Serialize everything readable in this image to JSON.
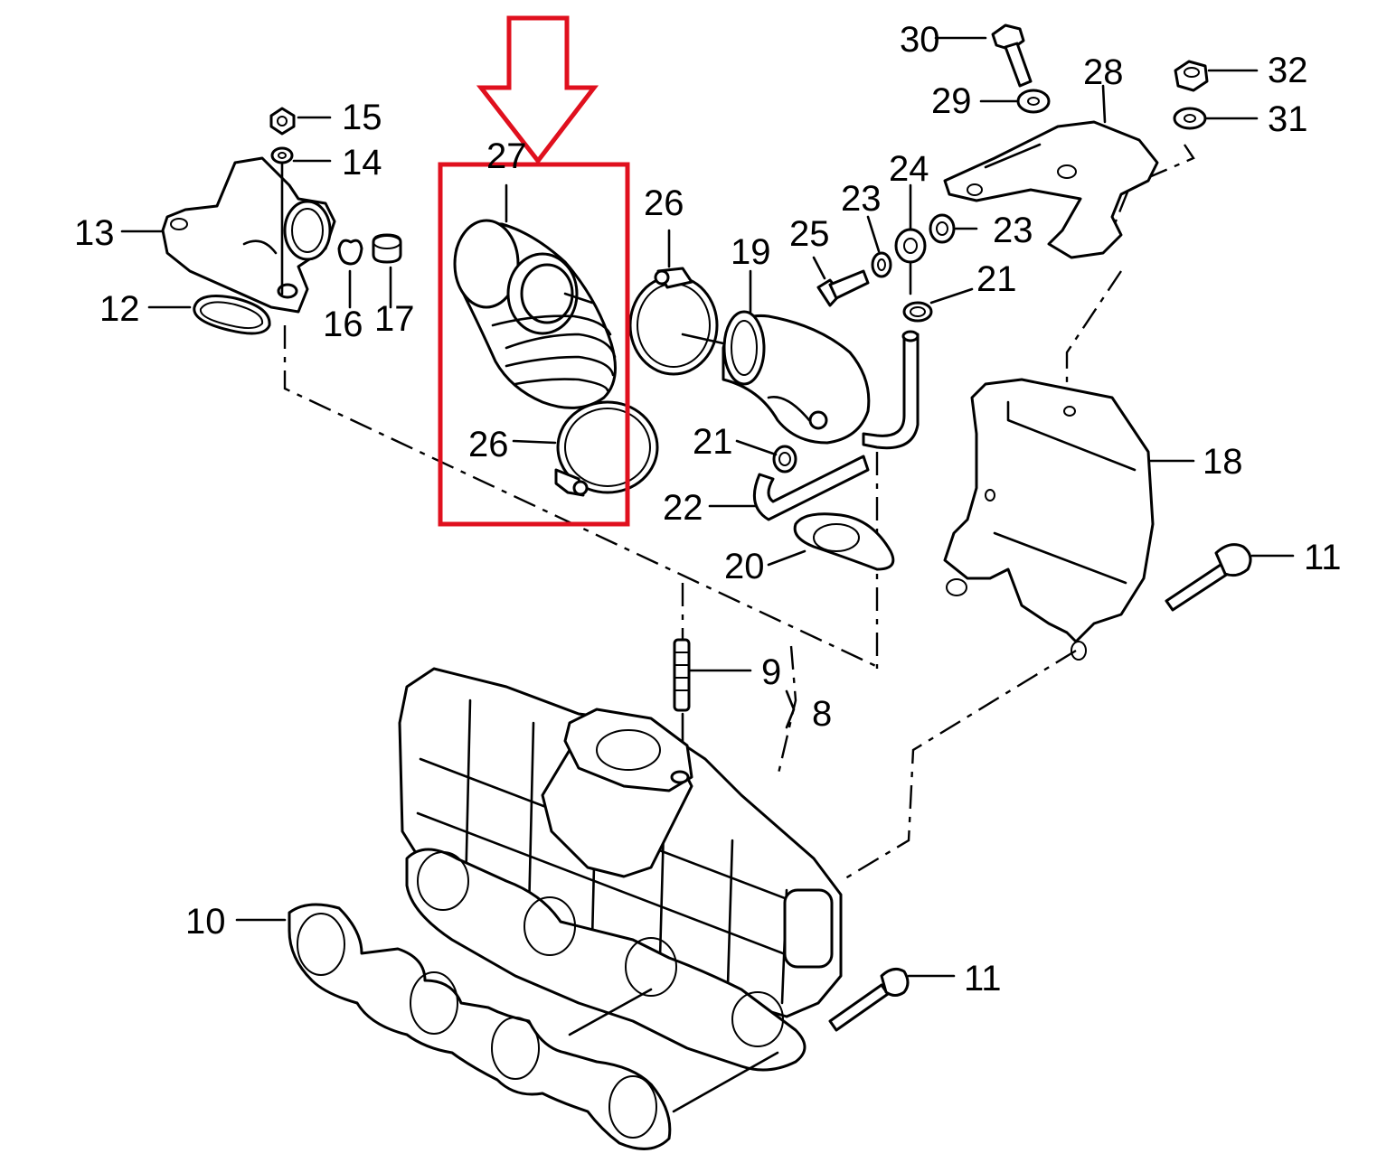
{
  "diagram": {
    "labels": {
      "l8": "8",
      "l9": "9",
      "l10": "10",
      "l11a": "11",
      "l11b": "11",
      "l12": "12",
      "l13": "13",
      "l14": "14",
      "l15": "15",
      "l16": "16",
      "l17": "17",
      "l18": "18",
      "l19": "19",
      "l20": "20",
      "l21a": "21",
      "l21b": "21",
      "l22": "22",
      "l23a": "23",
      "l23b": "23",
      "l24": "24",
      "l25": "25",
      "l26a": "26",
      "l26b": "26",
      "l27": "27",
      "l28": "28",
      "l29": "29",
      "l30": "30",
      "l31": "31",
      "l32": "32"
    },
    "highlight_color": "#e0101e",
    "highlighted_part": "27"
  }
}
